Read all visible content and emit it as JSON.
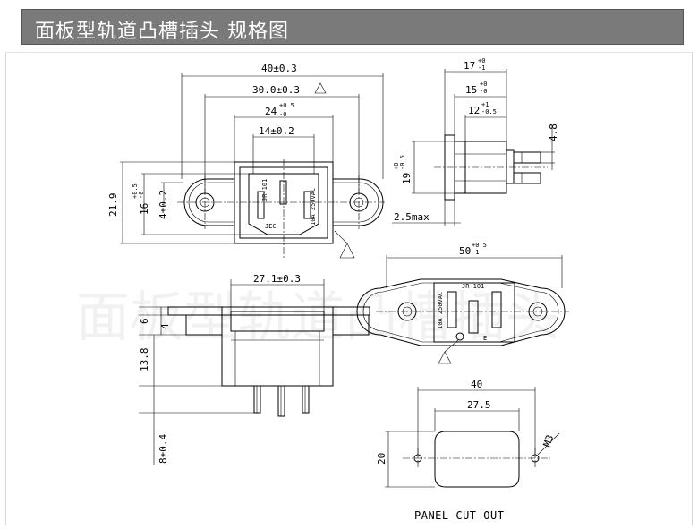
{
  "title": "面板型轨道凸槽插头 规格图",
  "front_view": {
    "dim_width": "40±0.3",
    "dim_hole_spacing": "30.0±0.3",
    "dim_body_width": "24",
    "dim_body_width_tol_upper": "+0.5",
    "dim_body_width_tol_lower": "-0",
    "dim_slot": "14±0.2",
    "dim_height": "21.9",
    "dim_body_height": "16",
    "dim_body_height_tol_upper": "+0.5",
    "dim_body_height_tol_lower": "-0",
    "dim_hole_offset": "4±0.2",
    "marking_model": "JR-101",
    "marking_rating": "10A 250VAC",
    "marking_brand": "JEC"
  },
  "side_view": {
    "dim_17": "17",
    "dim_17_tol_upper": "+0",
    "dim_17_tol_lower": "-1",
    "dim_15": "15",
    "dim_15_tol_upper": "+0",
    "dim_15_tol_lower": "-0",
    "dim_12": "12",
    "dim_12_tol_upper": "+1",
    "dim_12_tol_lower": "-0.5",
    "dim_48": "4.8",
    "dim_19": "19",
    "dim_19_tol_upper": "+0",
    "dim_19_tol_lower": "-0.5",
    "dim_25max": "2.5max"
  },
  "bottom_view": {
    "dim_271": "27.1±0.3",
    "dim_6": "6",
    "dim_4": "4",
    "dim_138": "13.8",
    "dim_8": "8±0.4"
  },
  "rear_view": {
    "dim_50": "50",
    "dim_50_tol_upper": "+0.5",
    "dim_50_tol_lower": "-1",
    "marking_model": "JR-101",
    "marking_rating": "10A 250VAC",
    "terminal_label": "E"
  },
  "cutout": {
    "dim_40": "40",
    "dim_275": "27.5",
    "dim_20": "20",
    "dim_m3": "M3",
    "label": "PANEL CUT-OUT"
  },
  "watermark": "面板型轨道凸槽插头"
}
